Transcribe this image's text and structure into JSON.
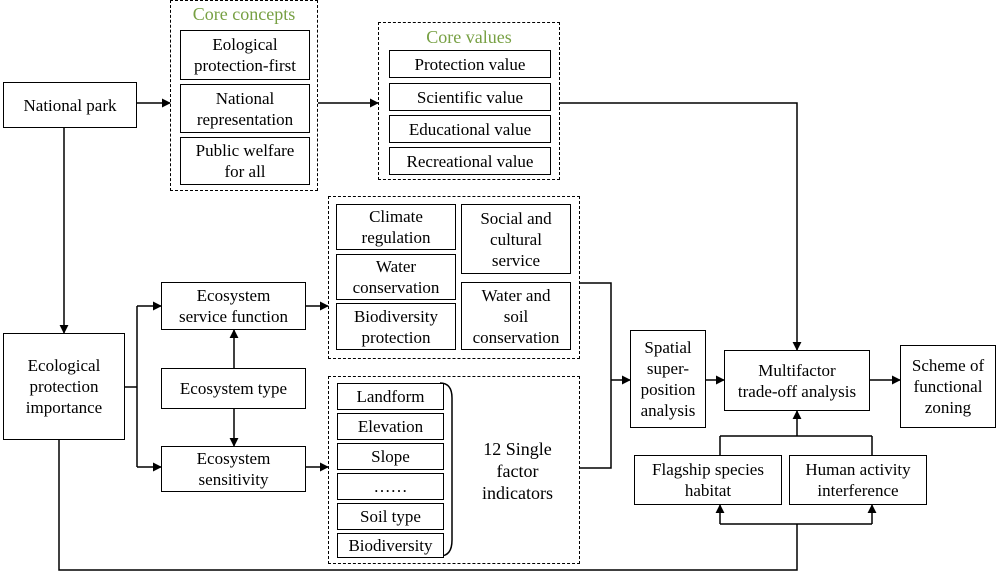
{
  "nodes": {
    "national_park": "National park",
    "core_concepts_title": "Core concepts",
    "ecological_protection_first": "Eological\nprotection-first",
    "national_representation": "National\nrepresentation",
    "public_welfare": "Public welfare\nfor all",
    "core_values_title": "Core values",
    "protection_value": "Protection value",
    "scientific_value": "Scientific value",
    "educational_value": "Educational value",
    "recreational_value": "Recreational value",
    "climate_regulation": "Climate\nregulation",
    "water_conservation": "Water\nconservation",
    "biodiversity_protection": "Biodiversity\nprotection",
    "social_cultural_service": "Social and\ncultural\nservice",
    "water_soil_conservation": "Water and\nsoil\nconservation",
    "ecological_protection_importance": "Ecological\nprotection\nimportance",
    "ecosystem_service_function": "Ecosystem\nservice function",
    "ecosystem_type": "Ecosystem type",
    "ecosystem_sensitivity": "Ecosystem\nsensitivity",
    "landform": "Landform",
    "elevation": "Elevation",
    "slope": "Slope",
    "ellipsis": "……",
    "soil_type": "Soil type",
    "biodiversity": "Biodiversity",
    "single_factor_indicators": "12 Single\nfactor\nindicators",
    "spatial_superposition_analysis": "Spatial\nsuper-\nposition\nanalysis",
    "multifactor_tradeoff_analysis": "Multifactor\ntrade-off analysis",
    "scheme_functional_zoning": "Scheme of\nfunctional\nzoning",
    "flagship_species_habitat": "Flagship species\nhabitat",
    "human_activity_interference": "Human activity\ninterference"
  }
}
